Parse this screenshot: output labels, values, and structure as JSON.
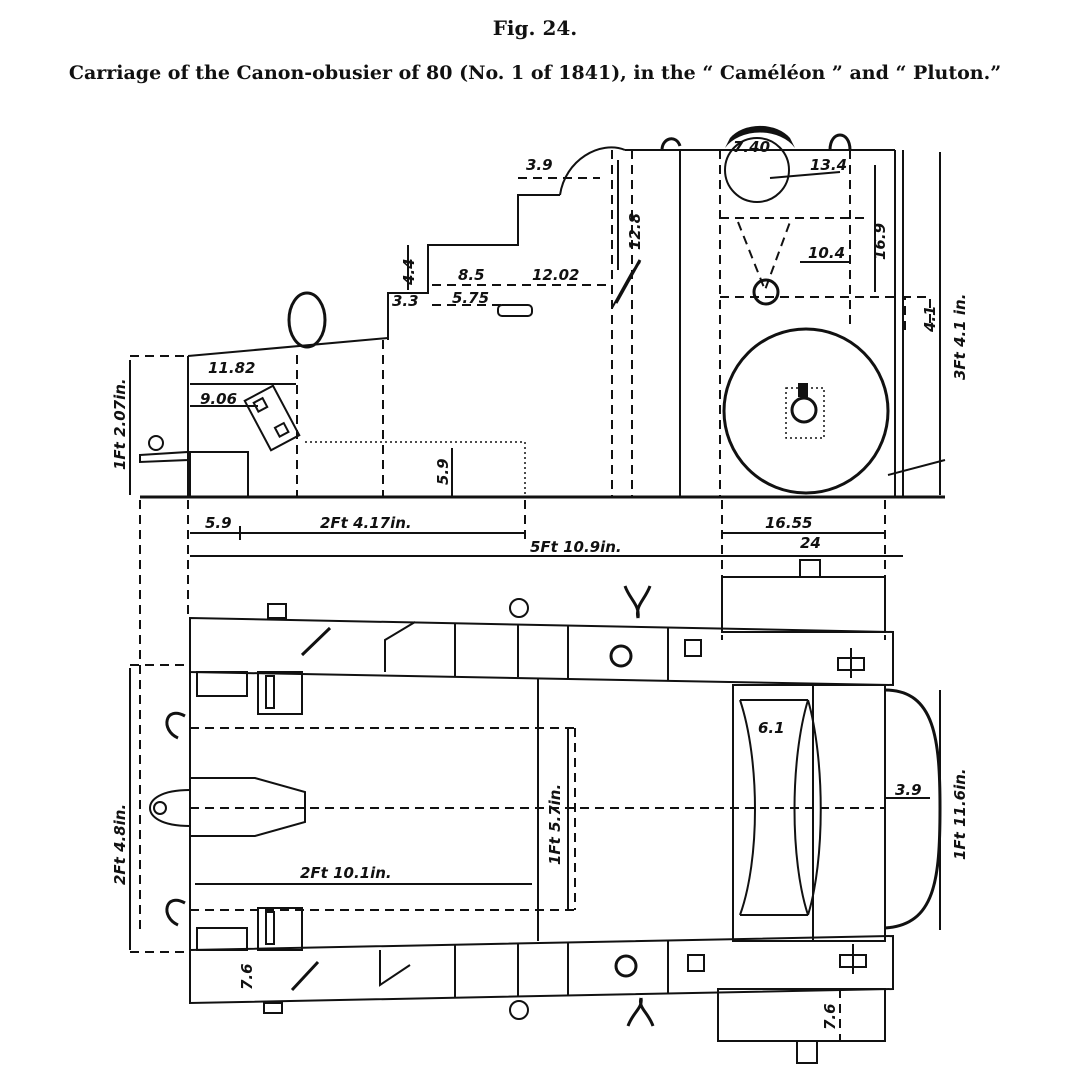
{
  "figure": {
    "label": "Fig. 24.",
    "title": "Carriage of the Canon-obusier of 80 (No. 1 of 1841), in the “ Caméléon ” and “ Pluton.”"
  },
  "dimensions": {
    "d_7_40": "7.40",
    "d_3_9_top": "3.9",
    "d_13_4": "13.4",
    "d_12_8": "12.8",
    "d_16_9": "16.9",
    "d_10_4": "10.4",
    "d_4_4": "4.4",
    "d_8_5": "8.5",
    "d_12_02": "12.02",
    "d_3_3": "3.3",
    "d_5_75": "5.75",
    "d_11_82": "11.82",
    "d_9_06": "9.06",
    "d_1ft_2_07in": "1Ft 2.07in.",
    "d_3ft_11in": "3Ft 4.1 in.",
    "d_5_9_small": "5.9",
    "d_5_9": "5.9",
    "d_2ft_4_17in": "2Ft 4.17in.",
    "d_16_55": "16.55",
    "d_5ft_10_9in": "5Ft 10.9in.",
    "d_24": "24",
    "d_6_1": "6.1",
    "d_1ft_5_7in": "1Ft 5.7in.",
    "d_2ft_4_8in": "2Ft 4.8in.",
    "d_3_9_right": "3.9",
    "d_1ft_11_6in": "1Ft 11.6in.",
    "d_2ft_10_1in": "2Ft 10.1in.",
    "d_7_6_left": "7.6",
    "d_7_6_right": "7.6",
    "d_4_1": "4.1"
  }
}
